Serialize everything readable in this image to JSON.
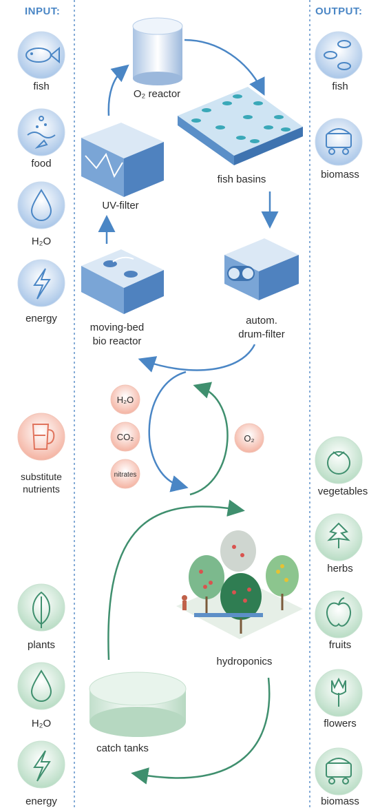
{
  "header": {
    "input": "INPUT:",
    "output": "OUTPUT:"
  },
  "inputs_top": {
    "fish": "fish",
    "food": "food",
    "water": "H₂O",
    "energy": "energy"
  },
  "outputs_top": {
    "fish": "fish",
    "biomass": "biomass"
  },
  "components": {
    "o2_reactor": "O₂ reactor",
    "fish_basins": "fish basins",
    "uv_filter": "UV-filter",
    "moving_bed": [
      "moving-bed",
      "bio reactor"
    ],
    "drum_filter": [
      "autom.",
      "drum-filter"
    ],
    "hydroponics": "hydroponics",
    "catch_tanks": "catch tanks"
  },
  "exchange": {
    "h2o": "H₂O",
    "co2": "CO₂",
    "nitrates": "nitrates",
    "o2": "O₂"
  },
  "inputs_bottom": {
    "substitute": [
      "substitute",
      "nutrients"
    ],
    "plants": "plants",
    "water": "H₂O",
    "energy": "energy"
  },
  "outputs_bottom": {
    "vegetables": "vegetables",
    "herbs": "herbs",
    "fruits": "fruits",
    "flowers": "flowers",
    "biomass": "biomass"
  },
  "colors": {
    "blue": "#4a86c5",
    "green": "#3f8f6e",
    "orange": "#e0735c"
  }
}
